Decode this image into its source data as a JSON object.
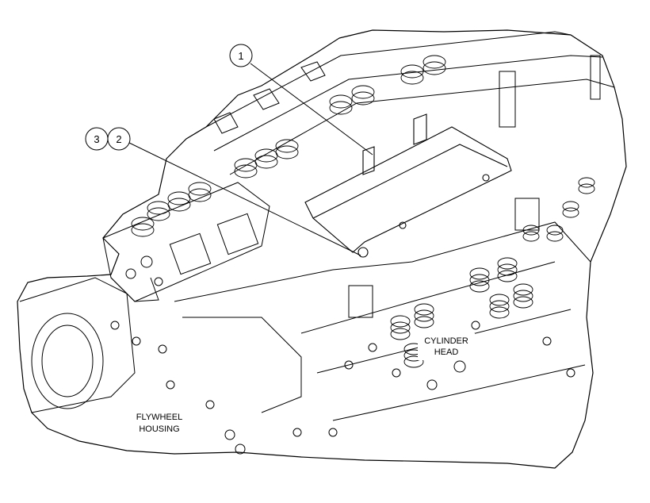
{
  "callouts": [
    {
      "id": "callout-1",
      "number": "1"
    },
    {
      "id": "callout-2",
      "number": "2"
    },
    {
      "id": "callout-3",
      "number": "3"
    }
  ],
  "labels": {
    "cylinder_head_line1": "CYLINDER",
    "cylinder_head_line2": "HEAD",
    "flywheel_housing_line1": "FLYWHEEL",
    "flywheel_housing_line2": "HOUSING"
  },
  "colors": {
    "line": "#000000",
    "background": "#ffffff"
  }
}
